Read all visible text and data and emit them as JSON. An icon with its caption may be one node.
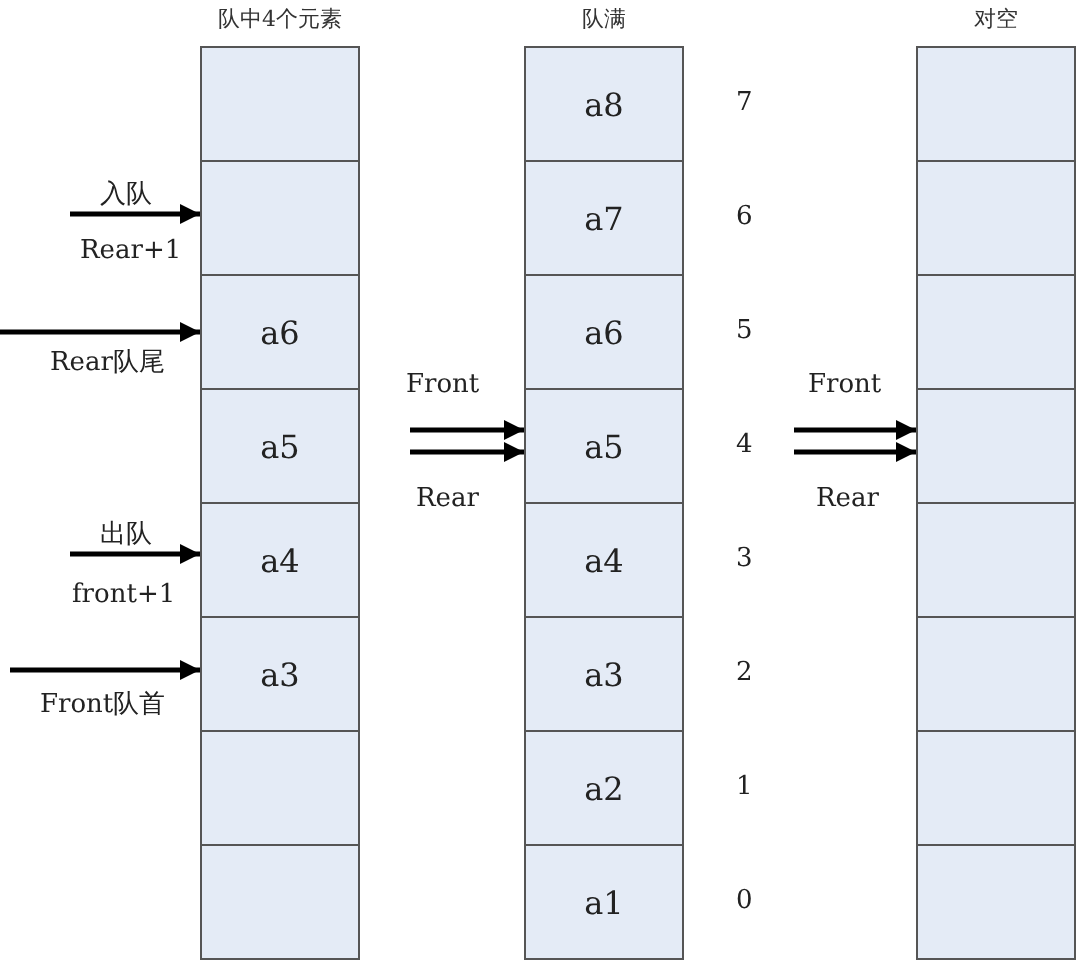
{
  "diagram": {
    "nodes": [
      {
        "text": [
          "队中4个元素"
        ]
      },
      {
        "text": [],
        "shape": "box",
        "in": 0
      },
      {
        "text": [],
        "shape": "box",
        "in": 0
      },
      {
        "text": [
          "a6"
        ],
        "in": 0
      },
      {
        "text": [
          "a5"
        ],
        "in": 0
      },
      {
        "text": [
          "a4"
        ],
        "in": 0
      },
      {
        "text": [
          "a3"
        ],
        "in": 0
      },
      {
        "text": [],
        "shape": "box",
        "in": 0
      },
      {
        "text": [],
        "shape": "box",
        "in": 0
      },
      {
        "text": [
          "队满"
        ]
      },
      {
        "text": [
          "a8"
        ],
        "in": 9,
        "beside": [
          "7"
        ]
      },
      {
        "text": [
          "a7"
        ],
        "in": 9,
        "beside": [
          "6"
        ]
      },
      {
        "text": [
          "a6"
        ],
        "in": 9,
        "beside": [
          "5"
        ]
      },
      {
        "text": [
          "a5"
        ],
        "in": 9,
        "beside": [
          "4"
        ]
      },
      {
        "text": [
          "a4"
        ],
        "in": 9,
        "beside": [
          "3"
        ]
      },
      {
        "text": [
          "a3"
        ],
        "in": 9,
        "beside": [
          "2"
        ]
      },
      {
        "text": [
          "a2"
        ],
        "in": 9,
        "beside": [
          "1"
        ]
      },
      {
        "text": [
          "a1"
        ],
        "in": 9,
        "beside": [
          "0"
        ]
      },
      {
        "text": [
          "对空"
        ]
      },
      {
        "text": [],
        "shape": "box",
        "in": 18
      },
      {
        "text": [],
        "shape": "box",
        "in": 18
      },
      {
        "text": [],
        "shape": "box",
        "in": 18
      },
      {
        "text": [],
        "shape": "box",
        "in": 18
      },
      {
        "text": [],
        "shape": "box",
        "in": 18
      },
      {
        "text": [],
        "shape": "box",
        "in": 18
      },
      {
        "text": [],
        "shape": "box",
        "in": 18
      },
      {
        "text": [],
        "shape": "box",
        "in": 18
      }
    ],
    "edges": [
      {
        "from": null,
        "to": 2,
        "arrow": "to",
        "label": "入队"
      },
      {
        "from": null,
        "to": 3,
        "arrow": "to",
        "label": "Rear队尾"
      },
      {
        "from": null,
        "to": 5,
        "arrow": "to",
        "label": "出队"
      },
      {
        "from": null,
        "to": 6,
        "arrow": "to",
        "label": "Front队首"
      },
      {
        "from": null,
        "to": 13,
        "arrow": "to",
        "label": "Front"
      },
      {
        "from": null,
        "to": 13,
        "arrow": "to",
        "label": "Rear"
      },
      {
        "from": null,
        "to": 22,
        "arrow": "to",
        "label": "Front"
      },
      {
        "from": null,
        "to": 22,
        "arrow": "to",
        "label": "Rear"
      }
    ],
    "labels": [
      "Rear+1",
      "front+1"
    ]
  }
}
